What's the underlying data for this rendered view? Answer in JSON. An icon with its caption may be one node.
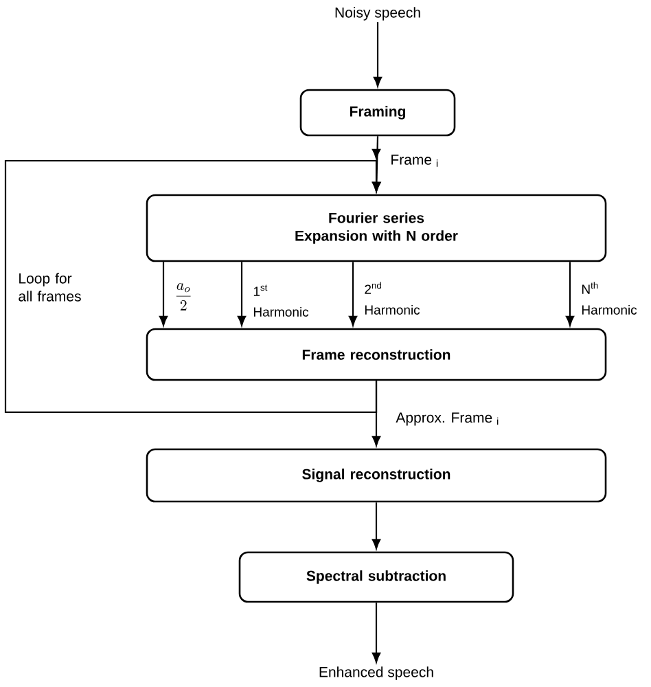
{
  "diagram": {
    "nodes": [
      {
        "text": [
          "Noisy speech"
        ]
      },
      {
        "text": [
          "Framing"
        ]
      },
      {
        "text": [
          "Fourier series Expansion with N order"
        ]
      },
      {
        "text": [
          "Frame reconstruction"
        ]
      },
      {
        "text": [
          "Signal reconstruction"
        ]
      },
      {
        "text": [
          "Spectral subtraction"
        ]
      },
      {
        "text": [
          "Enhanced speech"
        ]
      }
    ],
    "edges": [
      {
        "from": 0,
        "to": 1,
        "arrow": "to"
      },
      {
        "from": 1,
        "to": 2,
        "arrow": "to",
        "label": "Frame $_{i}$"
      },
      {
        "from": 2,
        "to": 3,
        "arrow": "to",
        "label": "\\frac{a_{o}}{2}"
      },
      {
        "from": 2,
        "to": 3,
        "arrow": "to",
        "label": "1$^{st}$ Harmonic"
      },
      {
        "from": 2,
        "to": 3,
        "arrow": "to",
        "label": "2$^{nd}$ Harmonic"
      },
      {
        "from": 2,
        "to": 3,
        "arrow": "to",
        "label": "N$^{th}$ Harmonic"
      },
      {
        "from": 3,
        "to": 4,
        "arrow": "to",
        "label": "Approx. Frame $_{i}$"
      },
      {
        "from": 3,
        "to": 2,
        "arrow": "to",
        "label": "Loop for all frames"
      },
      {
        "from": 4,
        "to": 5,
        "arrow": "to"
      },
      {
        "from": 5,
        "to": 6,
        "arrow": "to"
      }
    ]
  }
}
